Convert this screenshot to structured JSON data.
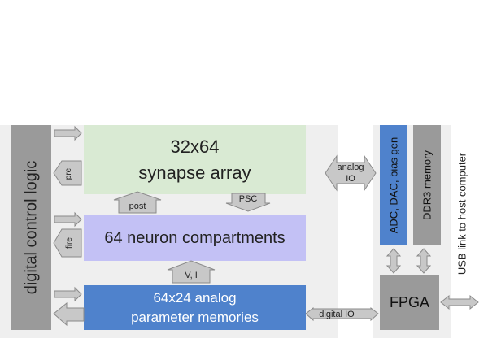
{
  "diagram": {
    "control_logic": "digital control logic",
    "synapse_array": {
      "line1": "32x64",
      "line2": "synapse array"
    },
    "neuron": "64 neuron compartments",
    "param_mem": {
      "line1": "64x24 analog",
      "line2": "parameter memories"
    },
    "adc": "ADC, DAC, bias gen",
    "ddr3": "DDR3 memory",
    "fpga": "FPGA",
    "usb": "USB link to host computer",
    "arrows": {
      "pre": "pre",
      "fire": "fire",
      "post": "post",
      "psc": "PSC",
      "vi": "V, I",
      "analog_io_1": "analog",
      "analog_io_2": "IO",
      "digital_io": "digital IO"
    }
  },
  "colors": {
    "panel": "#efefef",
    "control_logic": "#9a9a9a",
    "synapse_array": "#d9ead3",
    "neuron": "#c3c1f5",
    "param_mem": "#4f82cc",
    "adc": "#4f82cc",
    "ddr3": "#9a9a9a",
    "fpga": "#9a9a9a",
    "arrow_fill": "#c8c8c8",
    "arrow_stroke": "#8a8a8a"
  }
}
